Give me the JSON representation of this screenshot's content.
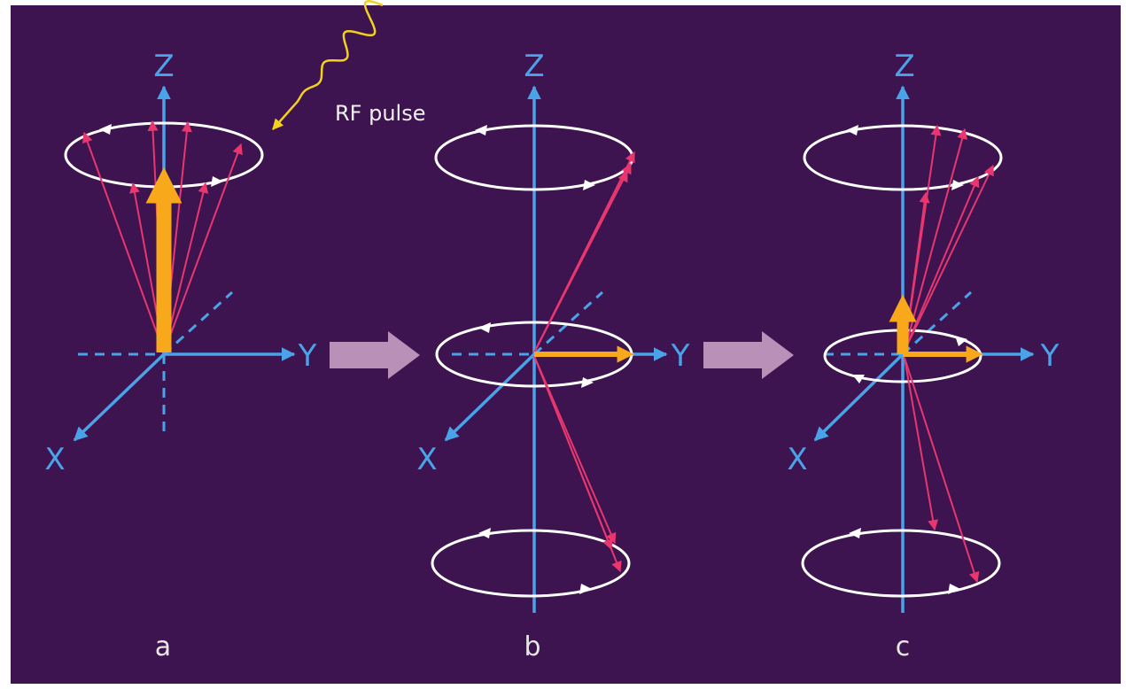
{
  "colors": {
    "background": "#3d1450",
    "axis": "#4aa3e8",
    "spin_vector": "#e8366f",
    "magnetization": "#f7a81b",
    "orbit": "#ffffff",
    "rf_wave": "#f2d21a",
    "transition_arrow": "#b890b8",
    "panel_label": "#e6e6e6"
  },
  "rf": {
    "label": "RF pulse"
  },
  "panels": [
    {
      "id": "a",
      "label": "a",
      "axis_labels": {
        "z": "Z",
        "y": "Y",
        "x": "X"
      }
    },
    {
      "id": "b",
      "label": "b",
      "axis_labels": {
        "z": "Z",
        "y": "Y",
        "x": "X"
      }
    },
    {
      "id": "c",
      "label": "c",
      "axis_labels": {
        "z": "Z",
        "y": "Y",
        "x": "X"
      }
    }
  ],
  "transitions": [
    {
      "icon": "right-arrow-icon"
    },
    {
      "icon": "right-arrow-icon"
    }
  ]
}
